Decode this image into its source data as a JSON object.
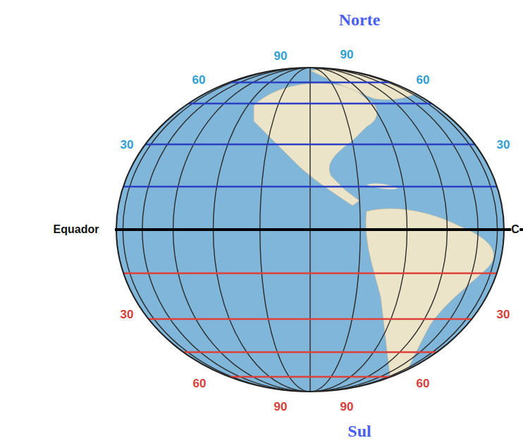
{
  "diagram": {
    "labels": [
      "Norte",
      "90",
      "90",
      "60",
      "60",
      "30",
      "30",
      "Equador",
      "C",
      "30",
      "30",
      "60",
      "60",
      "90",
      "90",
      "Sul"
    ]
  }
}
